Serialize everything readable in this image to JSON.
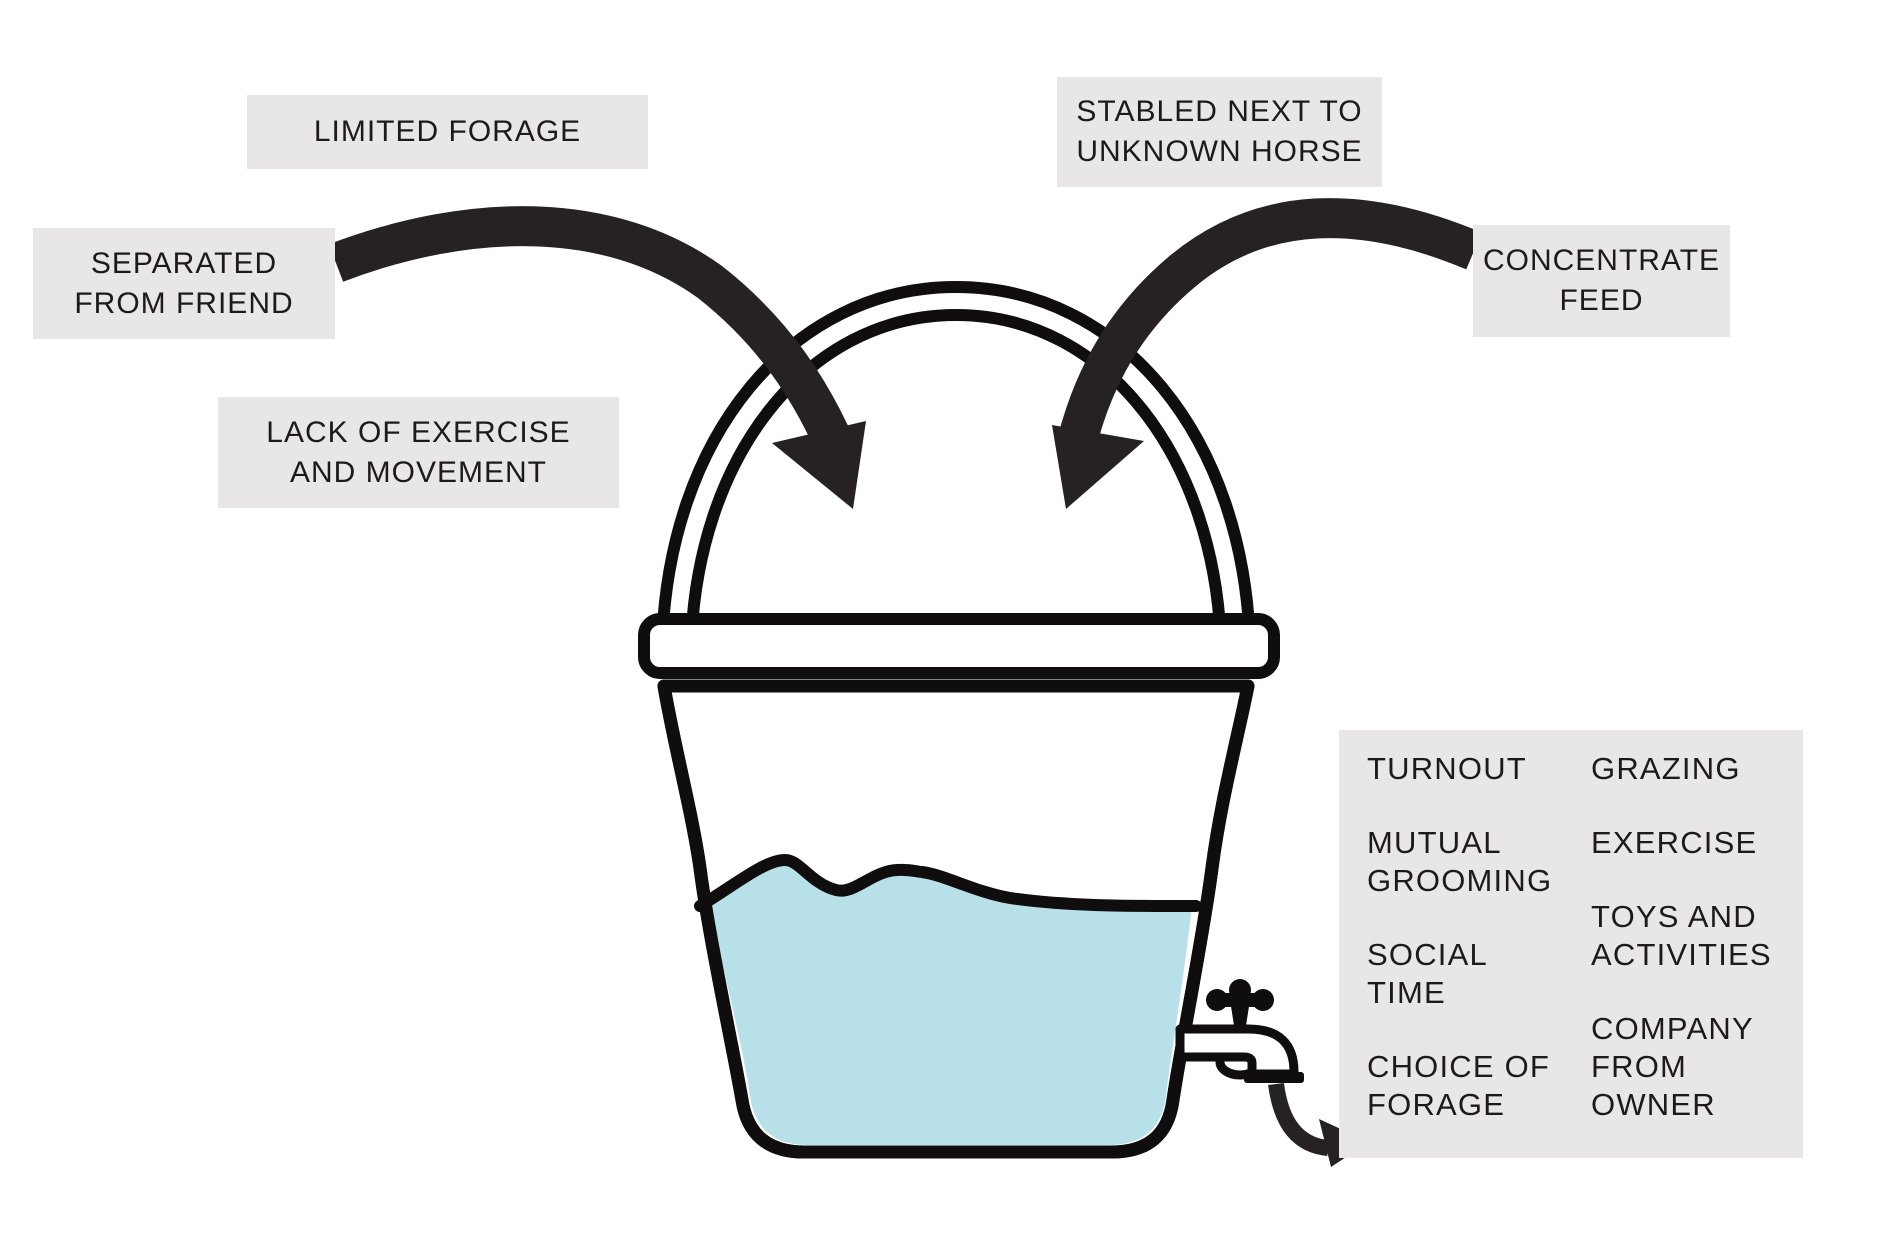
{
  "colors": {
    "water": "#b7e0e9",
    "label-bg": "#e9e6e6",
    "arrow": "#262223",
    "ink": "#0f0d0d",
    "text": "#1e1a1b"
  },
  "diagram": {
    "concept": "stress bucket",
    "stressors": {
      "limited_forage": {
        "lines": [
          "LIMITED FORAGE"
        ]
      },
      "separated_from_friend": {
        "lines": [
          "SEPARATED",
          "FROM FRIEND"
        ]
      },
      "lack_of_exercise": {
        "lines": [
          "LACK OF EXERCISE",
          "AND MOVEMENT"
        ]
      },
      "stabled_next_to": {
        "lines": [
          "STABLED NEXT TO",
          "UNKNOWN HORSE"
        ]
      },
      "concentrate_feed": {
        "lines": [
          "CONCENTRATE",
          "FEED"
        ]
      }
    },
    "relievers": {
      "col1": [
        {
          "lines": [
            "TURNOUT"
          ]
        },
        {
          "lines": [
            "MUTUAL",
            "GROOMING"
          ]
        },
        {
          "lines": [
            "SOCIAL",
            "TIME"
          ]
        },
        {
          "lines": [
            "CHOICE OF",
            "FORAGE"
          ]
        }
      ],
      "col2": [
        {
          "lines": [
            "GRAZING"
          ]
        },
        {
          "lines": [
            "EXERCISE"
          ]
        },
        {
          "lines": [
            "TOYS AND",
            "ACTIVITIES"
          ]
        },
        {
          "lines": [
            "COMPANY",
            "FROM",
            "OWNER"
          ]
        }
      ]
    },
    "graphics": {
      "bucket": "bucket-with-domed-lid",
      "water_level": "about half full, wavy surface",
      "tap": "water-tap-on-right-side",
      "inflow_arrows": 2,
      "outflow_arrows": 1
    }
  }
}
